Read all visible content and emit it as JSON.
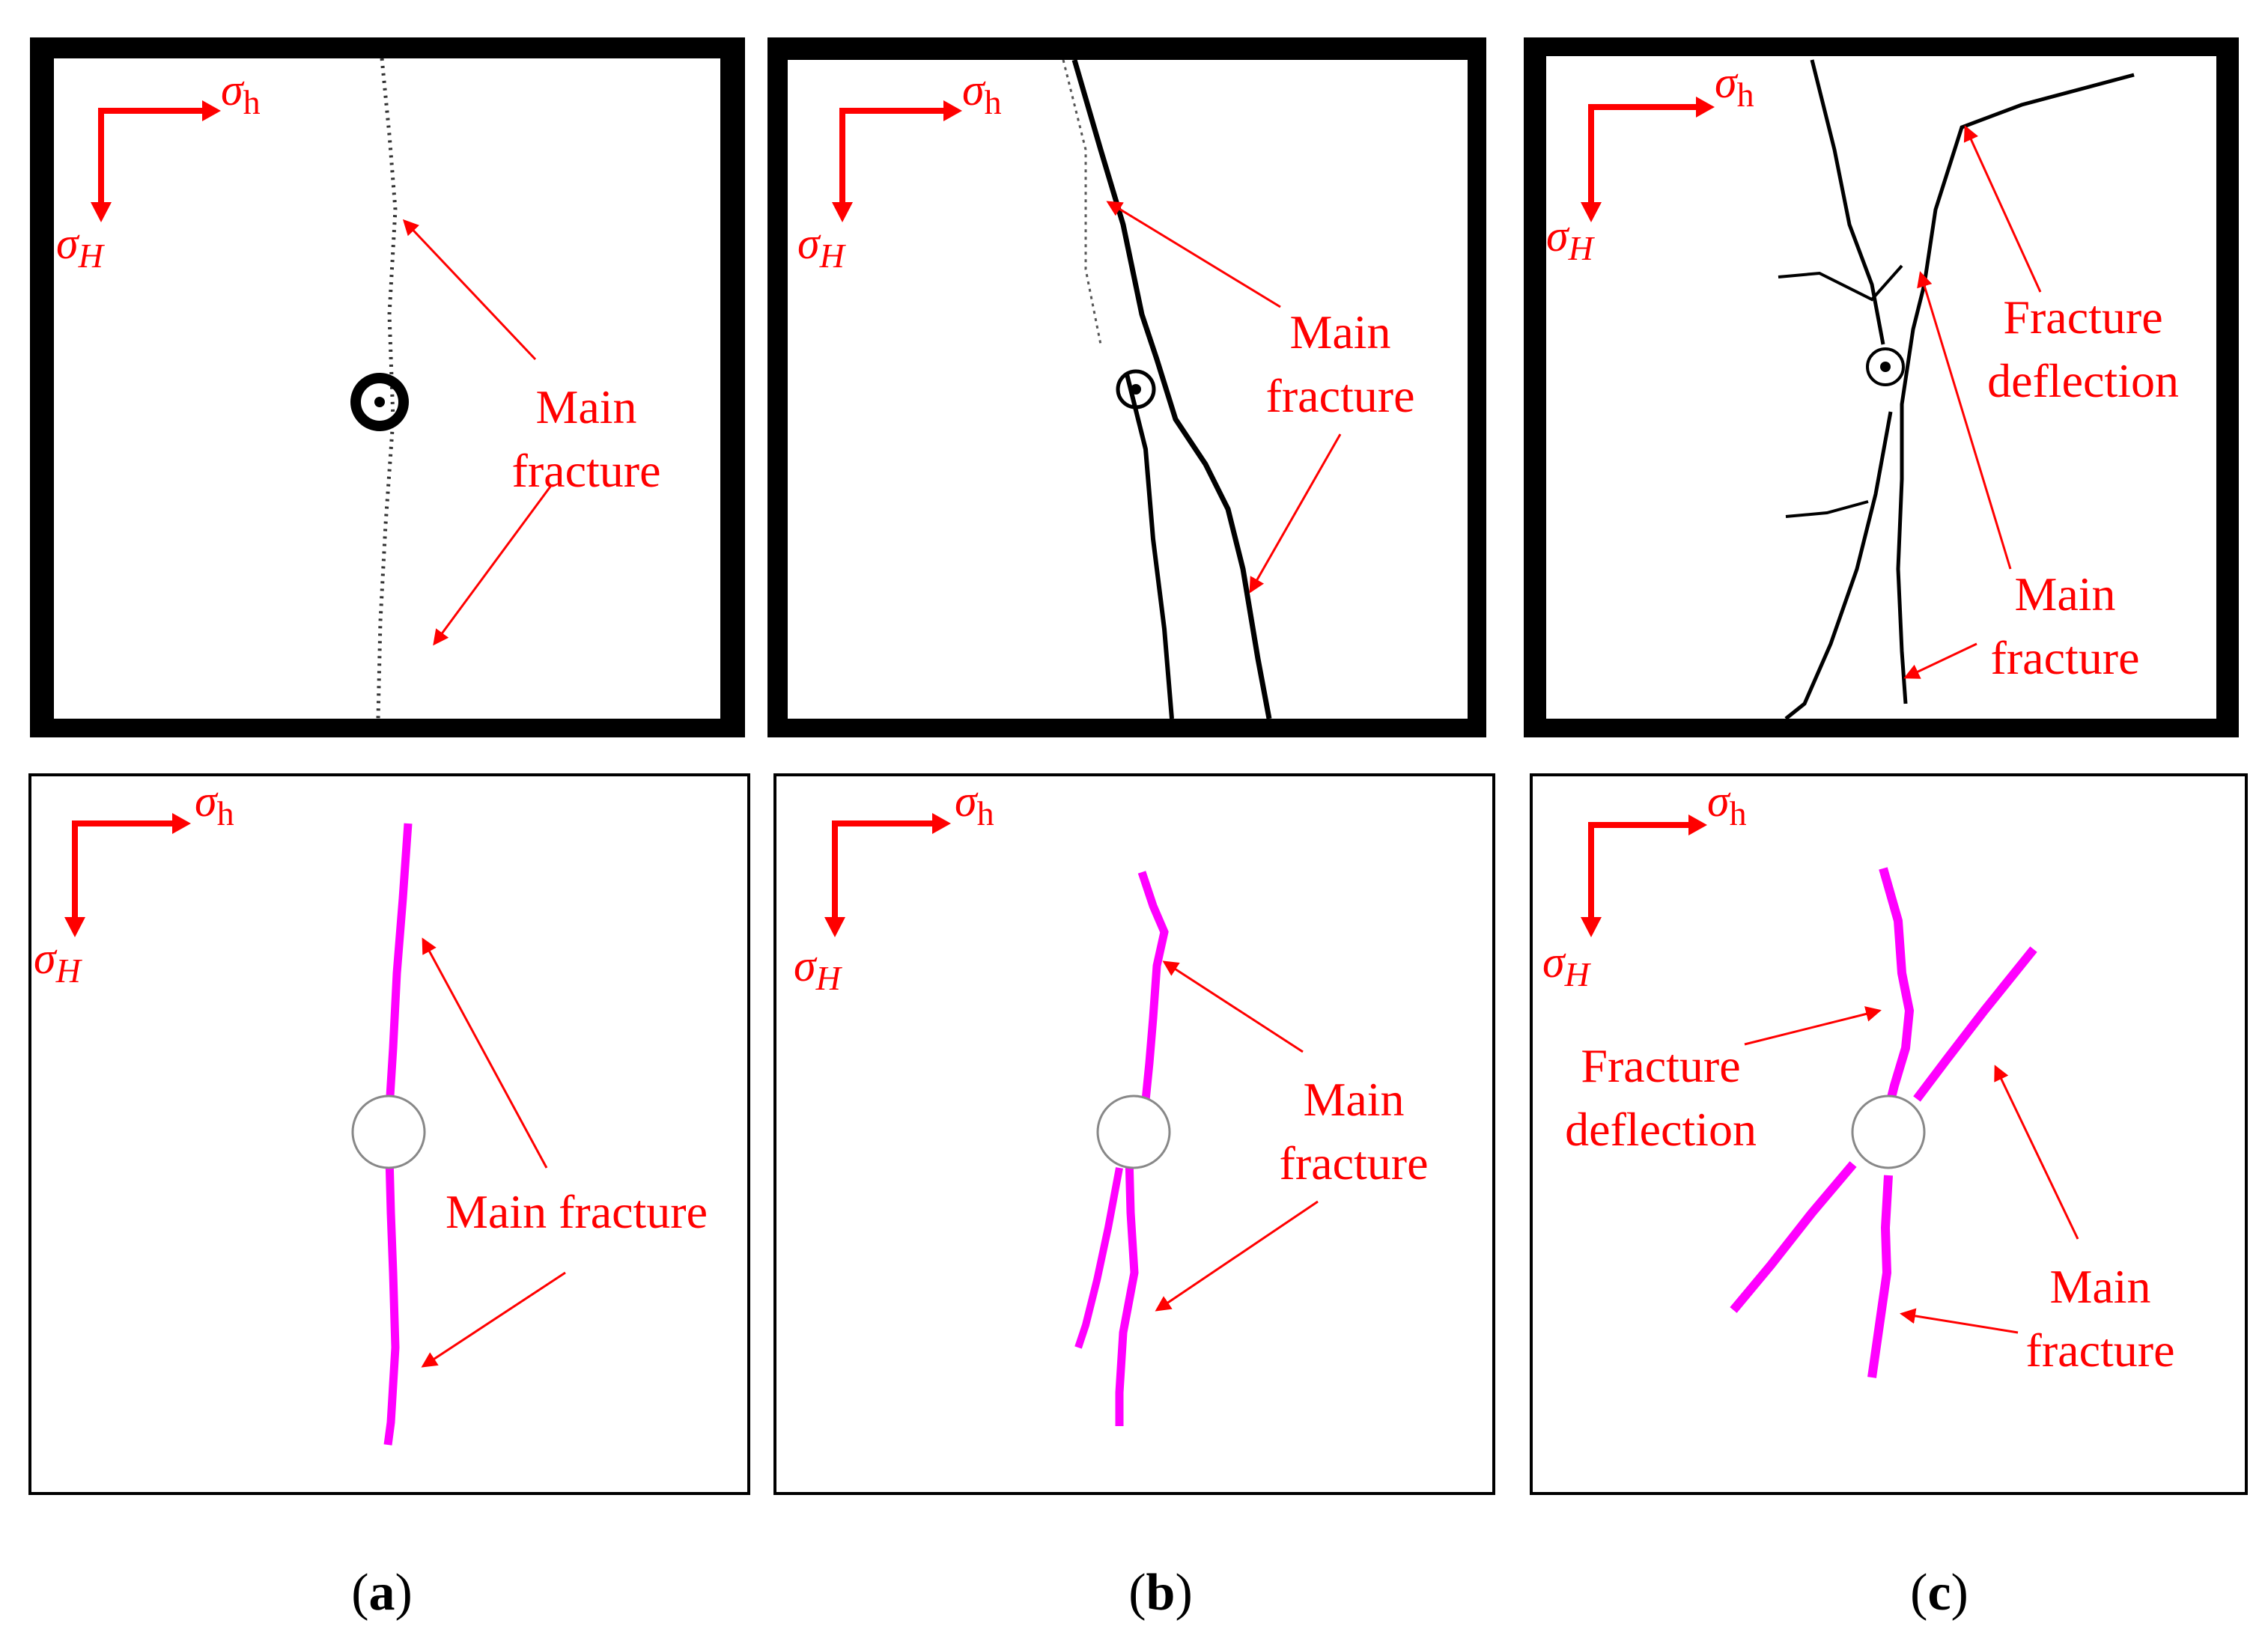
{
  "stress": {
    "sigma": "σ",
    "h_sub": "h",
    "H_sub": "H"
  },
  "panels": [
    {
      "caption_letter": "a",
      "top_labels": [
        "Main",
        "fracture"
      ],
      "bottom_labels": [
        "Main fracture"
      ]
    },
    {
      "caption_letter": "b",
      "top_labels": [
        "Main",
        "fracture"
      ],
      "bottom_labels": [
        "Main",
        "fracture"
      ]
    },
    {
      "caption_letter": "c",
      "top_labels": [
        "Fracture",
        "deflection",
        "Main",
        "fracture"
      ],
      "bottom_labels": [
        "Fracture",
        "deflection",
        "Main",
        "fracture"
      ]
    }
  ],
  "colors": {
    "annotation": "#ff0000",
    "fracture_trace": "#ff00ff",
    "specimen_border": "#000000"
  }
}
